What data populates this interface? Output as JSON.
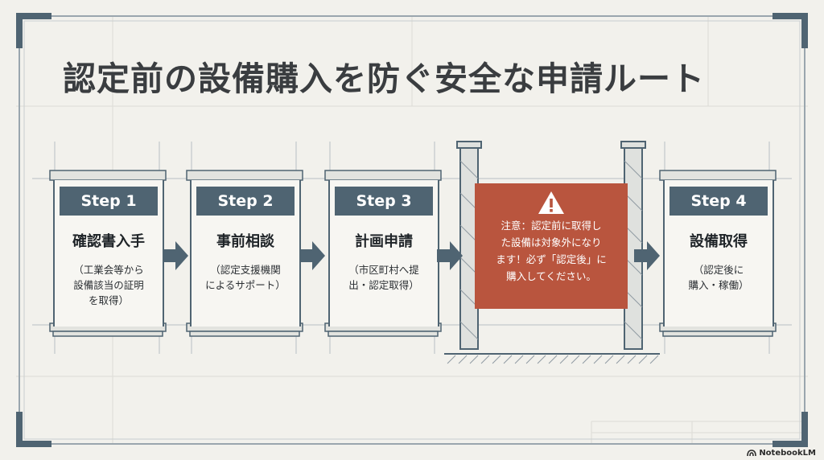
{
  "title": "認定前の設備購入を防ぐ安全な申請ルート",
  "steps": [
    {
      "label": "Step 1",
      "title": "確認書入手",
      "desc": "（工業会等から\n設備該当の証明\nを取得）"
    },
    {
      "label": "Step 2",
      "title": "事前相談",
      "desc": "（認定支援機関\nによるサポート）"
    },
    {
      "label": "Step 3",
      "title": "計画申請",
      "desc": "（市区町村へ提\n出・認定取得）"
    },
    {
      "label": "Step 4",
      "title": "設備取得",
      "desc": "（認定後に\n購入・稼働）"
    }
  ],
  "warning": {
    "icon": "warning-icon",
    "text": "注意：認定前に取得し\nた設備は対象外になり\nます！必ず「認定後」に\n購入してください。"
  },
  "brand": {
    "name": "NotebookLM",
    "icon": "notebooklm-logo-icon"
  },
  "colors": {
    "slate": "#4f6472",
    "warning": "#b9553e",
    "background": "#f2f1ec"
  }
}
